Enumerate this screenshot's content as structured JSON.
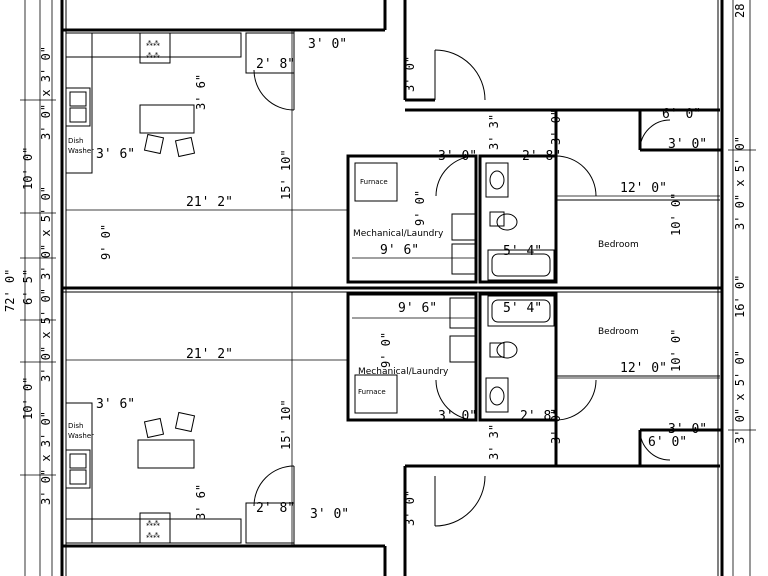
{
  "rooms": {
    "furnace": "Furnace",
    "mechanical": "Mechanical/Laundry",
    "bedroom": "Bedroom",
    "dishwasher_line1": "Dish",
    "dishwasher_line2": "Washer"
  },
  "dims": {
    "d_3_0": "3' 0\"",
    "d_2_8": "2' 8\"",
    "d_3_6": "3' 6\"",
    "d_21_2": "21' 2\"",
    "d_15_10": "15' 10\"",
    "d_9_6": "9' 6\"",
    "d_9_0": "9' 0\"",
    "d_5_4": "5' 4\"",
    "d_12_0": "12' 0\"",
    "d_10_0": "10' 0\"",
    "d_6_0": "6' 0\"",
    "d_3_3": "3' 3\"",
    "d_16_0": "16' 0\"",
    "d_72_0": "72' 0\"",
    "d_6_5": "6' 5\"",
    "d_3x3": "3' 0\" x 3' 0\"",
    "d_3x5": "3' 0\" x 5' 0\"",
    "d_28": "28"
  }
}
